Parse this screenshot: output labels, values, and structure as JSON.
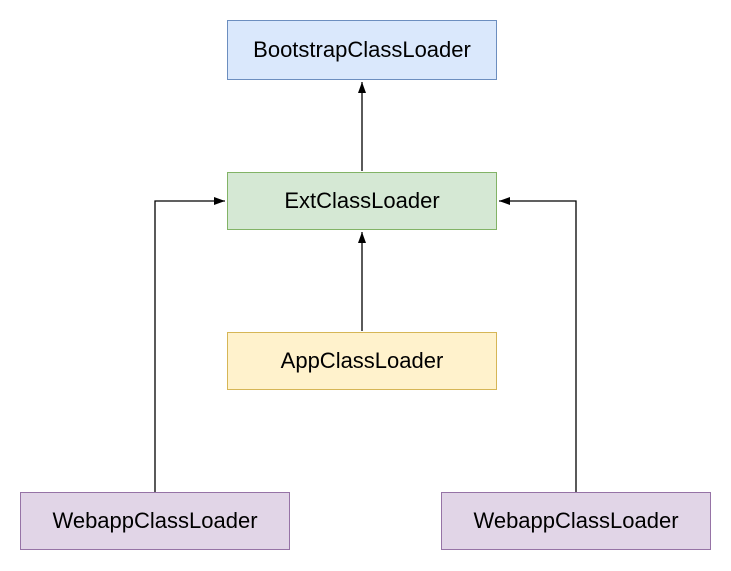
{
  "diagram": {
    "type": "flowchart",
    "background": "#ffffff",
    "edge_color": "#000000",
    "text_color": "#000000",
    "nodes": [
      {
        "id": "bootstrap",
        "label": "BootstrapClassLoader",
        "fill": "#dae8fc",
        "stroke": "#6c8ebf"
      },
      {
        "id": "ext",
        "label": "ExtClassLoader",
        "fill": "#d5e8d4",
        "stroke": "#82b366"
      },
      {
        "id": "app",
        "label": "AppClassLoader",
        "fill": "#fff2cc",
        "stroke": "#d6b656"
      },
      {
        "id": "webapp_left",
        "label": "WebappClassLoader",
        "fill": "#e1d5e7",
        "stroke": "#9673a6"
      },
      {
        "id": "webapp_right",
        "label": "WebappClassLoader",
        "fill": "#e1d5e7",
        "stroke": "#9673a6"
      }
    ],
    "edges": [
      {
        "from": "ext",
        "to": "bootstrap"
      },
      {
        "from": "app",
        "to": "ext"
      },
      {
        "from": "webapp_left",
        "to": "ext"
      },
      {
        "from": "webapp_right",
        "to": "ext"
      }
    ]
  }
}
